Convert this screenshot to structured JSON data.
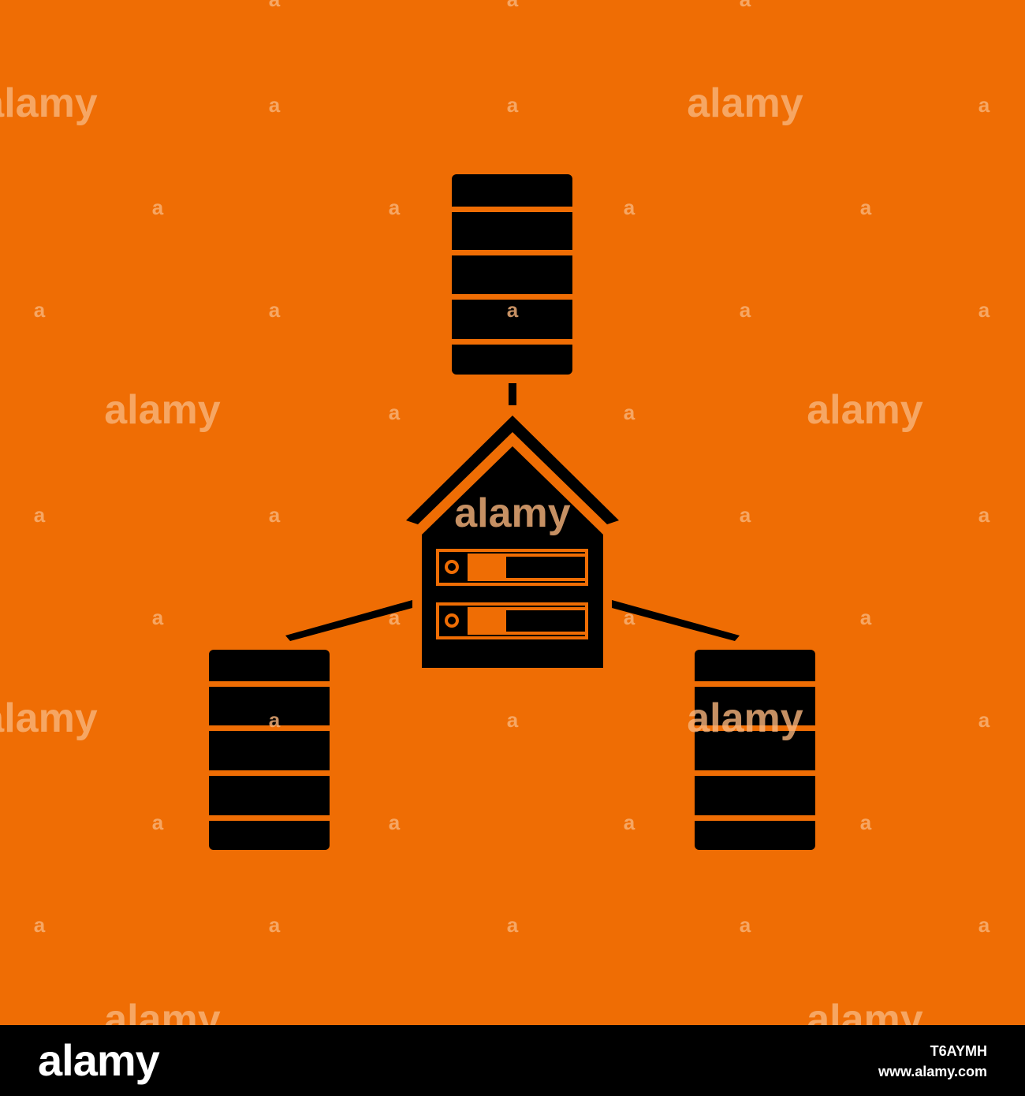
{
  "colors": {
    "background": "#ef6d04",
    "icon": "#000000",
    "watermark": "#f7b47c",
    "footer": "#000000",
    "footer_text": "#ffffff"
  },
  "illustration": {
    "subject": "network-storage-icon",
    "parts": [
      "top-database-icon",
      "left-database-icon",
      "right-database-icon",
      "house-server-icon",
      "connector-lines"
    ]
  },
  "watermark": {
    "word": "alamy",
    "letter": "a"
  },
  "footer": {
    "logo": "alamy",
    "image_id": "T6AYMH",
    "site": "www.alamy.com"
  }
}
